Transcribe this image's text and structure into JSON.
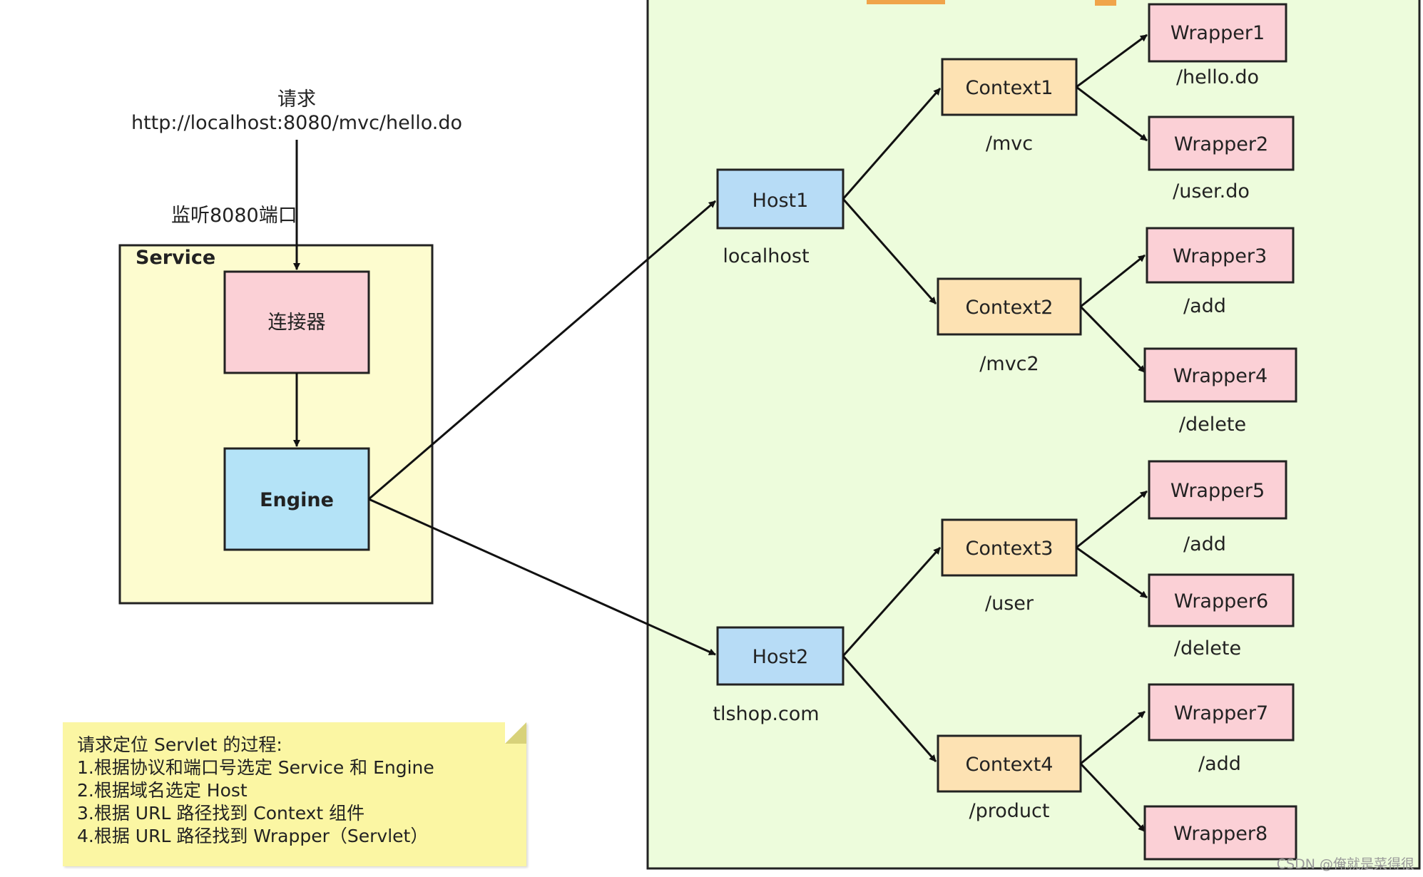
{
  "request": {
    "title": "请求",
    "url": "http://localhost:8080/mvc/hello.do",
    "listen_label": "监听8080端口"
  },
  "service": {
    "label": "Service",
    "connector_label": "连接器",
    "engine_label": "Engine"
  },
  "hosts": [
    {
      "label": "Host1",
      "domain": "localhost"
    },
    {
      "label": "Host2",
      "domain": "tlshop.com"
    }
  ],
  "contexts": [
    {
      "label": "Context1",
      "path": "/mvc"
    },
    {
      "label": "Context2",
      "path": "/mvc2"
    },
    {
      "label": "Context3",
      "path": "/user"
    },
    {
      "label": "Context4",
      "path": "/product"
    }
  ],
  "wrappers": [
    {
      "label": "Wrapper1",
      "path": "/hello.do"
    },
    {
      "label": "Wrapper2",
      "path": "/user.do"
    },
    {
      "label": "Wrapper3",
      "path": "/add"
    },
    {
      "label": "Wrapper4",
      "path": "/delete"
    },
    {
      "label": "Wrapper5",
      "path": "/add"
    },
    {
      "label": "Wrapper6",
      "path": "/delete"
    },
    {
      "label": "Wrapper7",
      "path": "/add"
    },
    {
      "label": "Wrapper8",
      "path": ""
    }
  ],
  "note": {
    "lines": [
      "请求定位 Servlet 的过程:",
      "1.根据协议和端口号选定 Service 和 Engine",
      "2.根据域名选定 Host",
      "3.根据 URL 路径找到 Context 组件",
      "4.根据 URL 路径找到 Wrapper（Servlet）"
    ]
  },
  "watermark": "CSDN @俺就是菜得很",
  "colors": {
    "service_bg": "#fdfccf",
    "engine_panel_bg": "#edfcdc",
    "connector": "#fbd0d6",
    "engine": "#b4e3f7",
    "host": "#b7dcf6",
    "context": "#fde2b3",
    "wrapper": "#fbd0d6",
    "note_bg": "#fbf6a3"
  }
}
